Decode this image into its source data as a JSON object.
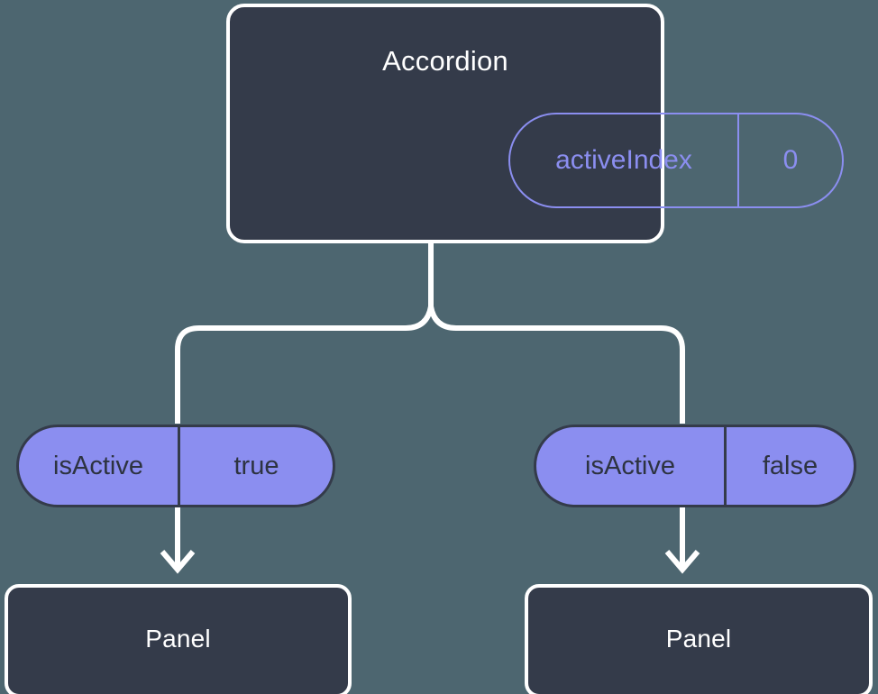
{
  "diagram": {
    "background_color": "#4d6670",
    "card_fill": "#343b4a",
    "accent_purple": "#8b8ef0",
    "wire_color": "#ffffff",
    "text_on_dark": "#ffffff",
    "text_on_purple": "#2d3340"
  },
  "root": {
    "title": "Accordion",
    "state": {
      "key": "activeIndex",
      "value": "0"
    }
  },
  "branches": [
    {
      "prop": {
        "key": "isActive",
        "value": "true"
      },
      "child": {
        "title": "Panel"
      }
    },
    {
      "prop": {
        "key": "isActive",
        "value": "false"
      },
      "child": {
        "title": "Panel"
      }
    }
  ],
  "connectors": {
    "trunk_label": "trunk-from-accordion",
    "fork_label": "fork-split",
    "left_arrow_label": "arrow-to-left-panel",
    "right_arrow_label": "arrow-to-right-panel"
  }
}
